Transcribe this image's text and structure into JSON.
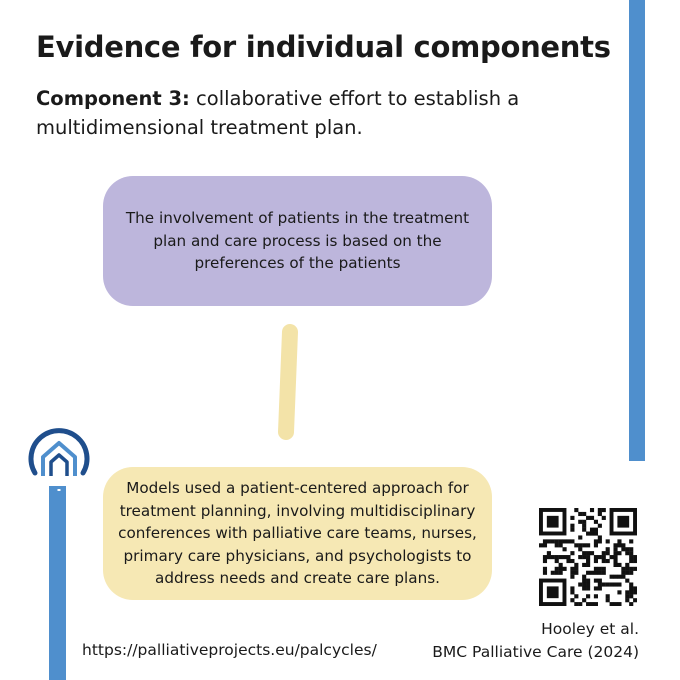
{
  "title": "Evidence for individual components",
  "subtitle": {
    "label": "Component 3:",
    "text": " collaborative effort to establish a multidimensional treatment plan."
  },
  "boxes": {
    "top": "The involvement of patients in the treatment plan and care process is based on the preferences of the patients",
    "bottom": "Models used a patient-centered approach for treatment planning, involving multidisciplinary conferences with palliative care teams, nurses, primary care physicians, and psychologists to address needs and create care plans."
  },
  "footer": {
    "url": "https://palliativeprojects.eu/palcycles/",
    "citation_authors": "Hooley et al.",
    "citation_journal": "BMC Palliative Care (2024)"
  },
  "icons": {
    "logo": "house-logo-icon",
    "qr": "qr-code-icon"
  },
  "colors": {
    "accent_blue": "#4f8fcd",
    "box_top": "#bdb6dc",
    "box_bottom": "#f6e8b4",
    "connector": "#f3e3a8"
  }
}
